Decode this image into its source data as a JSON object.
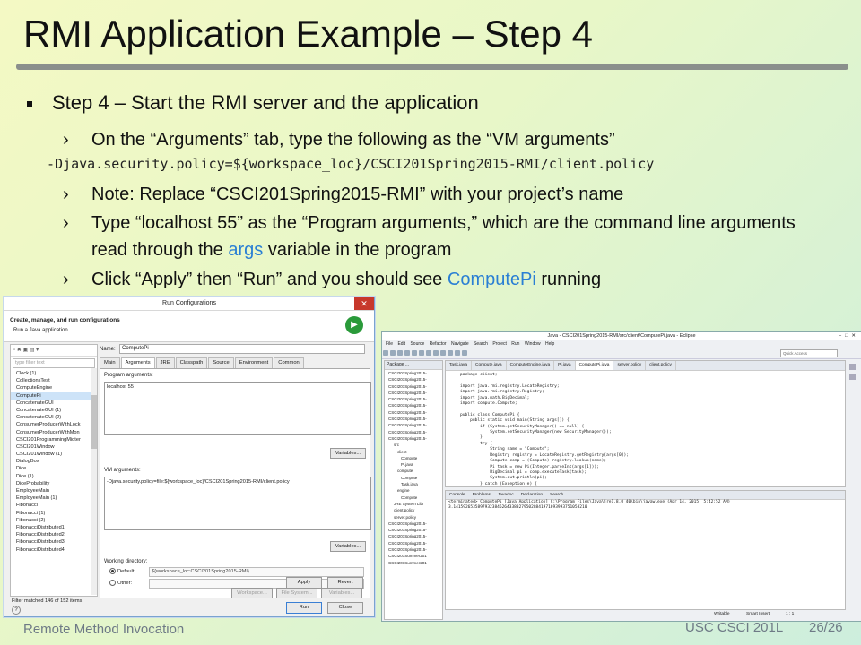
{
  "slide": {
    "title": "RMI Application Example – Step 4",
    "bullet_main": "Step 4 – Start the RMI server and the application",
    "sub1": "On the “Arguments” tab, type the following as the “VM arguments”",
    "code_line": "-Djava.security.policy=${workspace_loc}/CSCI201Spring2015-RMI/client.policy",
    "sub2": "Note: Replace “CSCI201Spring2015-RMI” with your project’s name",
    "sub3_a": "Type “localhost 55” as the “Program arguments,” which are the command line arguments read through the",
    "sub3_hl": "args",
    "sub3_b": "variable in the program",
    "sub4_a": "Click “Apply” then “Run” and you should see",
    "sub4_hl": "ComputePi",
    "sub4_b": "running",
    "chevron": "›",
    "footer_left": "Remote Method Invocation",
    "footer_course": "USC CSCI 201L",
    "footer_page": "26/26",
    "accent_color": "#2a7fd4"
  },
  "run_config": {
    "window_title": "Run Configurations",
    "header_title": "Create, manage, and run configurations",
    "header_sub": "Run a Java application",
    "filter_placeholder": "type filter text",
    "config_list": [
      "Clock (1)",
      "CollectionsTest",
      "ComputeEngine",
      "ComputePi",
      "ConcatenateGUI",
      "ConcatenateGUI (1)",
      "ConcatenateGUI (2)",
      "ConsumerProducerWithLock",
      "ConsumerProducerWithMon",
      "CSCI201ProgrammingMidter",
      "CSCI201Window",
      "CSCI201Window (1)",
      "DialogBox",
      "Dice",
      "Dice (1)",
      "DiceProbability",
      "EmployeeMain",
      "EmployeeMain (1)",
      "Fibonacci",
      "Fibonacci (1)",
      "Fibonacci (2)",
      "FibonacciDistributed1",
      "FibonacciDistributed2",
      "FibonacciDistributed3",
      "FibonacciDistributed4"
    ],
    "filter_status": "Filter matched 146 of 152 items",
    "name_label": "Name:",
    "name_value": "ComputePi",
    "tabs": [
      "Main",
      "Arguments",
      "JRE",
      "Classpath",
      "Source",
      "Environment",
      "Common"
    ],
    "program_args_label": "Program arguments:",
    "program_args_value": "localhost 55",
    "variables_label": "Variables...",
    "vm_args_label": "VM arguments:",
    "vm_args_value": "-Djava.security.policy=file:${workspace_loc}/CSCI201Spring2015-RMI/client.policy",
    "working_dir_label": "Working directory:",
    "default_label": "Default:",
    "default_value": "${workspace_loc:CSCI201Spring2015-RMI}",
    "other_label": "Other:",
    "workspace_btn": "Workspace...",
    "filesystem_btn": "File System...",
    "apply_btn": "Apply",
    "revert_btn": "Revert",
    "run_btn": "Run",
    "close_btn": "Close",
    "help": "?"
  },
  "eclipse": {
    "window_title": "Java - CSCI201Spring2015-RMI/src/client/ComputePi.java - Eclipse",
    "menu": "File Edit Source Refactor Navigate Search Project Run Window Help",
    "quick_access": "Quick Access",
    "pkg_title": "Package ...",
    "pkg_rows": [
      "CSCI201Spring2015-",
      "CSCI201Spring2015-",
      "CSCI201Spring2015-",
      "CSCI201Spring2015-",
      "CSCI201Spring2015-",
      "CSCI201Spring2015-",
      "CSCI201Spring2015-",
      "CSCI201Spring2015-",
      "CSCI201Spring2015-",
      "CSCI201Spring2015-",
      "CSCI201Spring2015-",
      "src",
      "client",
      "Compute",
      "Pi.java",
      "compute",
      "Compute",
      "Task.java",
      "engine",
      "Compute",
      "JRE System Libr",
      "client.policy",
      "server.policy",
      "CSCI201Spring2015-",
      "CSCI201Spring2015-",
      "CSCI201Spring2015-",
      "CSCI201Spring2015-",
      "CSCI201Spring2015-",
      "CSCI201Summer201",
      "CSCI201Summer201"
    ],
    "editor_tabs": [
      "Task.java",
      "Compute.java",
      "ComputeEngine.java",
      "Pi.java",
      "ComputePi.java",
      "server.policy",
      "client.policy"
    ],
    "code": [
      "package client;",
      "",
      "import java.rmi.registry.LocateRegistry;",
      "import java.rmi.registry.Registry;",
      "import java.math.BigDecimal;",
      "import compute.Compute;",
      "",
      "public class ComputePi {",
      "    public static void main(String args[]) {",
      "        if (System.getSecurityManager() == null) {",
      "            System.setSecurityManager(new SecurityManager());",
      "        }",
      "        try {",
      "            String name = \"Compute\";",
      "            Registry registry = LocateRegistry.getRegistry(args[0]);",
      "            Compute comp = (Compute) registry.lookup(name);",
      "            Pi task = new Pi(Integer.parseInt(args[1]));",
      "            BigDecimal pi = comp.executeTask(task);",
      "            System.out.println(pi);",
      "        } catch (Exception e) {"
    ],
    "console_tabs": [
      "Console",
      "Problems",
      "Javadoc",
      "Declaration",
      "Search"
    ],
    "console_lines": [
      "<terminated> ComputePi [Java Application] C:\\Program Files\\Java\\jre1.8.0_40\\bin\\javaw.exe (Apr 14, 2015, 5:42:52 AM)",
      "3.1415926535897932384626433832795028841971693993751058210"
    ],
    "status_writable": "Writable",
    "status_insert": "Smart Insert",
    "status_pos": "1 : 1"
  }
}
